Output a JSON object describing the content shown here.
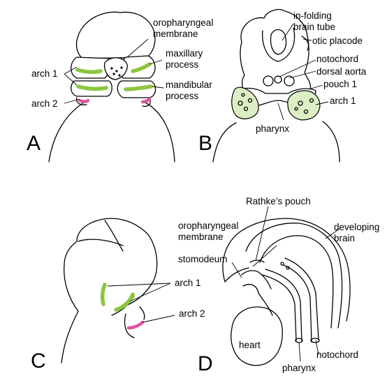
{
  "panels": {
    "a": {
      "letter": "A",
      "labels": {
        "oropharyngeal": [
          "oropharyngeal",
          "membrane"
        ],
        "maxillary": [
          "maxillary",
          "process"
        ],
        "mandibular": [
          "mandibular",
          "process"
        ],
        "arch1": "arch 1",
        "arch2": "arch 2"
      }
    },
    "b": {
      "letter": "B",
      "labels": {
        "infolding": [
          "in-folding",
          "brain tube"
        ],
        "otic": "otic placode",
        "notochord": "notochord",
        "aorta": "dorsal aorta",
        "pouch": "pouch 1",
        "arch1": "arch 1",
        "pharynx": "pharynx"
      }
    },
    "c": {
      "letter": "C",
      "labels": {
        "arch1": "arch 1",
        "arch2": "arch 2"
      }
    },
    "d": {
      "letter": "D",
      "labels": {
        "rathke": "Rathke’s pouch",
        "oropharyngeal": [
          "oropharyngeal",
          "membrane"
        ],
        "stomodeum": "stomodeum",
        "brain": [
          "developing",
          "brain"
        ],
        "heart": "heart",
        "notochord": "notochord",
        "pharynx": "pharynx"
      }
    }
  },
  "colors": {
    "arch": "#8cc63f",
    "arch2": "#e0559f",
    "mesenchyme": "#dcefc4",
    "outline": "#000000"
  }
}
